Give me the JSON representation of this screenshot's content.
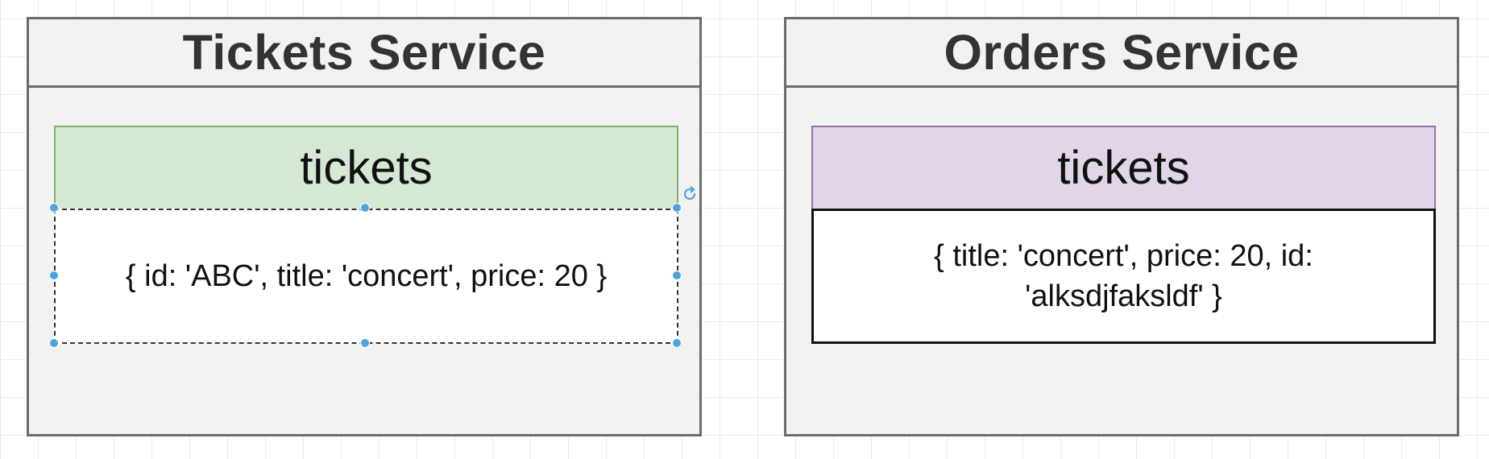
{
  "services": [
    {
      "title": "Tickets Service",
      "collection_name": "tickets",
      "record": "{ id: 'ABC', title: 'concert', price: 20 }",
      "accent_fill": "#d5e8d4",
      "accent_stroke": "#82b366"
    },
    {
      "title": "Orders Service",
      "collection_name": "tickets",
      "record": "{ title: 'concert', price: 20, id: 'alksdjfaksldf' }",
      "accent_fill": "#e1d5e7",
      "accent_stroke": "#9673a6"
    }
  ],
  "selection_handle_color": "#4fa3e0"
}
